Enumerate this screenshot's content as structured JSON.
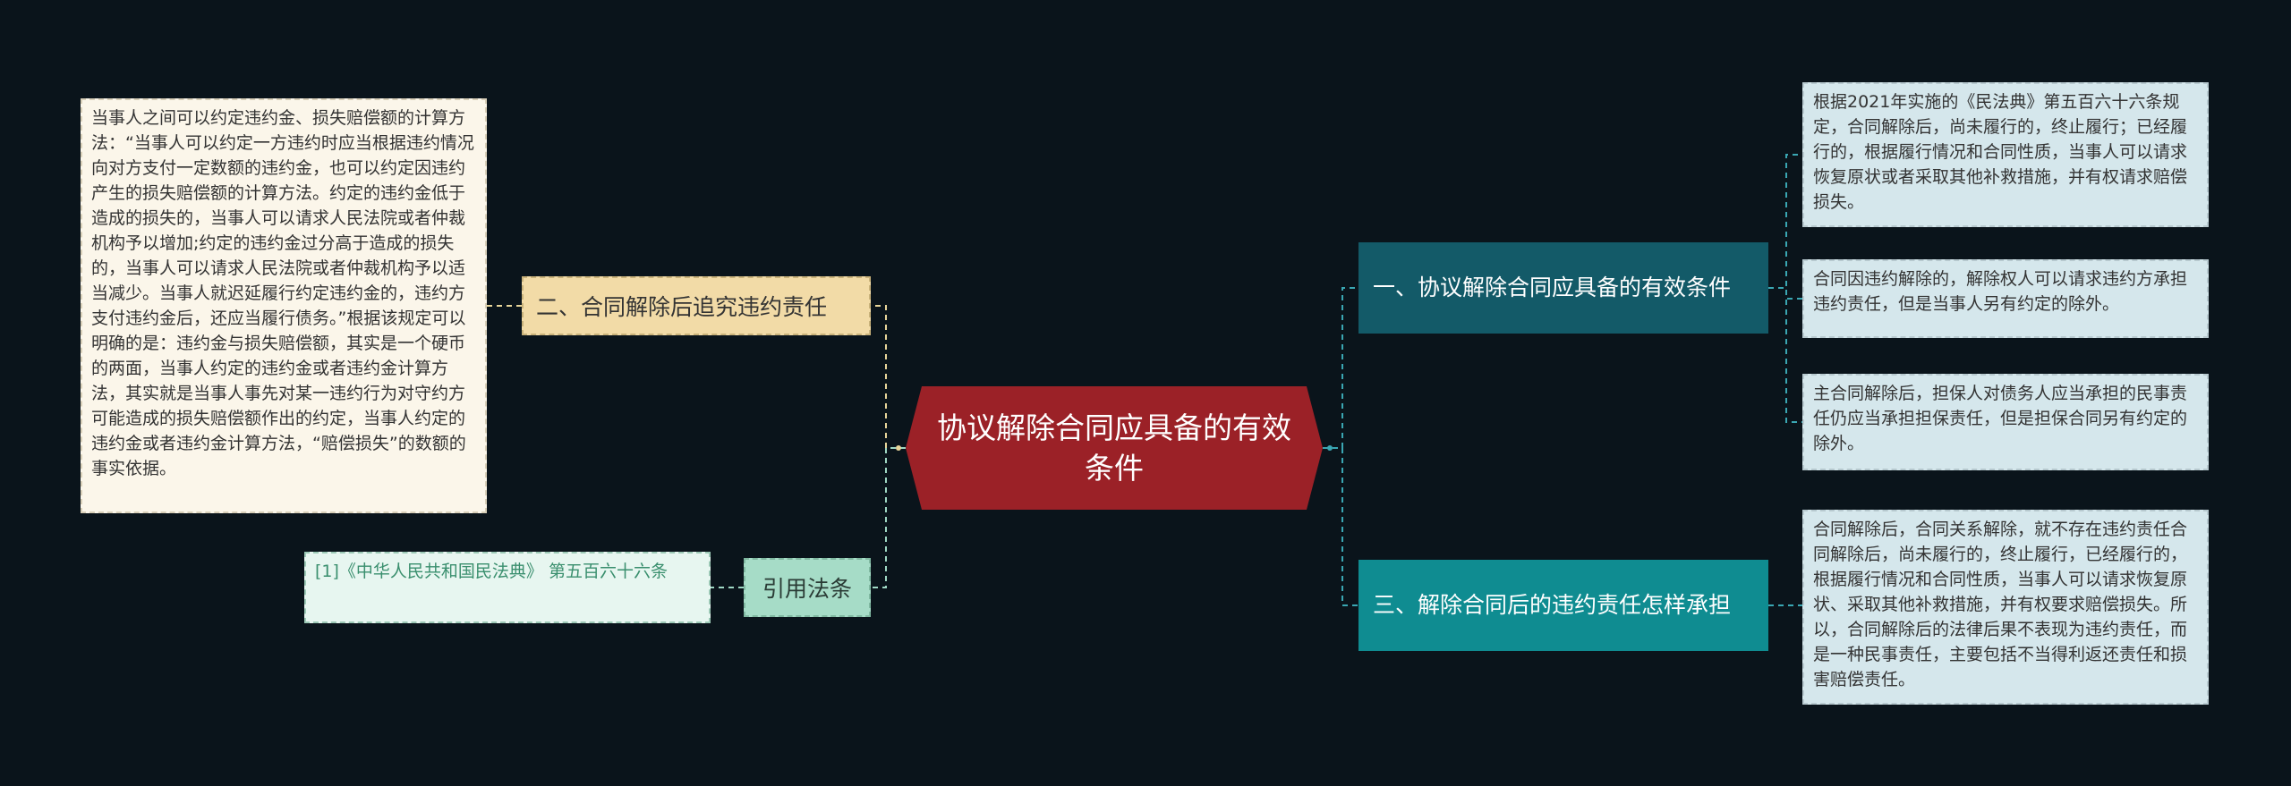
{
  "center": {
    "label": "协议解除合同应具备的有效条件"
  },
  "branches": [
    {
      "id": "b1",
      "label": "一、协议解除合同应具备的有效条件",
      "color": "#135a68"
    },
    {
      "id": "b2",
      "label": "二、合同解除后追究违约责任",
      "color": "#f2dba7"
    },
    {
      "id": "b3",
      "label": "三、解除合同后的违约责任怎样承担",
      "color": "#0f8c91"
    },
    {
      "id": "b4",
      "label": "引用法条",
      "color": "#a6dcc7"
    }
  ],
  "leaves": {
    "l1": "根据2021年实施的《民法典》第五百六十六条规定，合同解除后，尚未履行的，终止履行；已经履行的，根据履行情况和合同性质，当事人可以请求恢复原状或者采取其他补救措施，并有权请求赔偿损失。",
    "l2": "合同因违约解除的，解除权人可以请求违约方承担违约责任，但是当事人另有约定的除外。",
    "l3": "主合同解除后，担保人对债务人应当承担的民事责任仍应当承担担保责任，但是担保合同另有约定的除外。",
    "l4": "合同解除后，合同关系解除，就不存在违约责任合同解除后，尚未履行的，终止履行，已经履行的，根据履行情况和合同性质，当事人可以请求恢复原状、采取其他补救措施，并有权要求赔偿损失。所以，合同解除后的法律后果不表现为违约责任，而是一种民事责任，主要包括不当得利返还责任和损害赔偿责任。",
    "l5": "当事人之间可以约定违约金、损失赔偿额的计算方法：“当事人可以约定一方违约时应当根据违约情况向对方支付一定数额的违约金，也可以约定因违约产生的损失赔偿额的计算方法。约定的违约金低于造成的损失的，当事人可以请求人民法院或者仲裁机构予以增加;约定的违约金过分高于造成的损失的，当事人可以请求人民法院或者仲裁机构予以适当减少。当事人就迟延履行约定违约金的，违约方支付违约金后，还应当履行债务。”根据该规定可以明确的是：违约金与损失赔偿额，其实是一个硬币的两面，当事人约定的违约金或者违约金计算方法，其实就是当事人事先对某一违约行为对守约方可能造成的损失赔偿额作出的约定，当事人约定的违约金或者违约金计算方法，“赔偿损失”的数额的事实依据。",
    "l6": "[1]《中华人民共和国民法典》 第五百六十六条"
  },
  "link_colors": {
    "right": "#3aa7b3",
    "left": "#e8d59a",
    "cite": "#9fd8c4"
  }
}
